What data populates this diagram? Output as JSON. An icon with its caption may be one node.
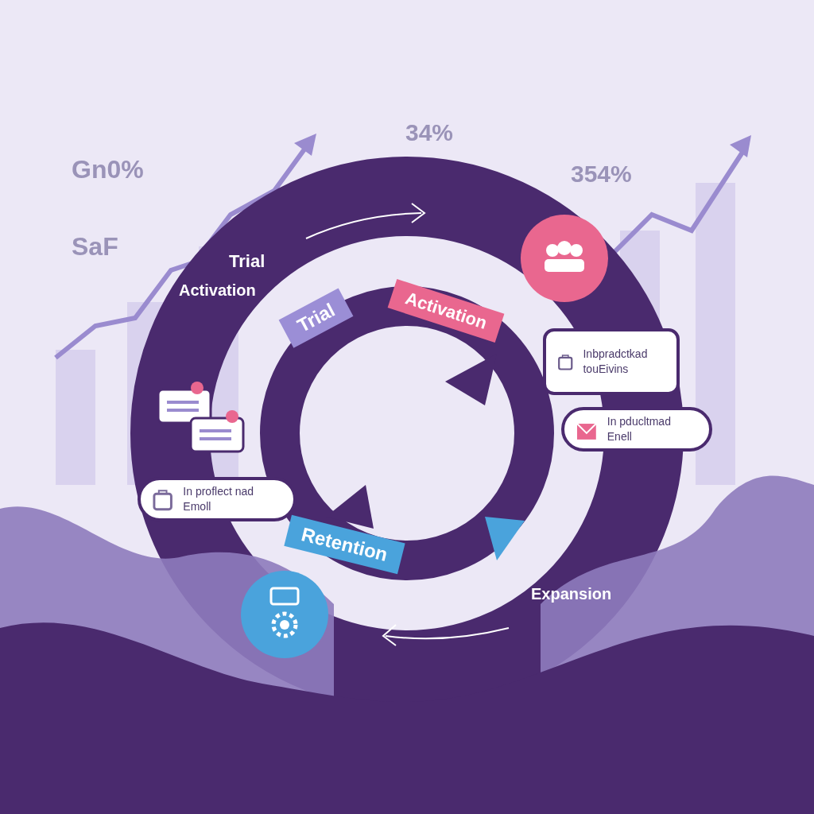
{
  "diagram": {
    "nodes": [
      {
        "text": [
          "Trial"
        ]
      },
      {
        "text": [
          "Activation"
        ]
      },
      {
        "text": [
          "Retention"
        ]
      },
      {
        "text": [
          "Inbpradctkad touEivins"
        ]
      },
      {
        "text": [
          "In pducltmad Enell"
        ]
      },
      {
        "text": [
          "In proflect nad Emoll"
        ]
      }
    ],
    "labels": [
      "Gn0%",
      "34%",
      "354%",
      "SaF",
      "Trial",
      "Activation",
      "Expansion"
    ]
  }
}
